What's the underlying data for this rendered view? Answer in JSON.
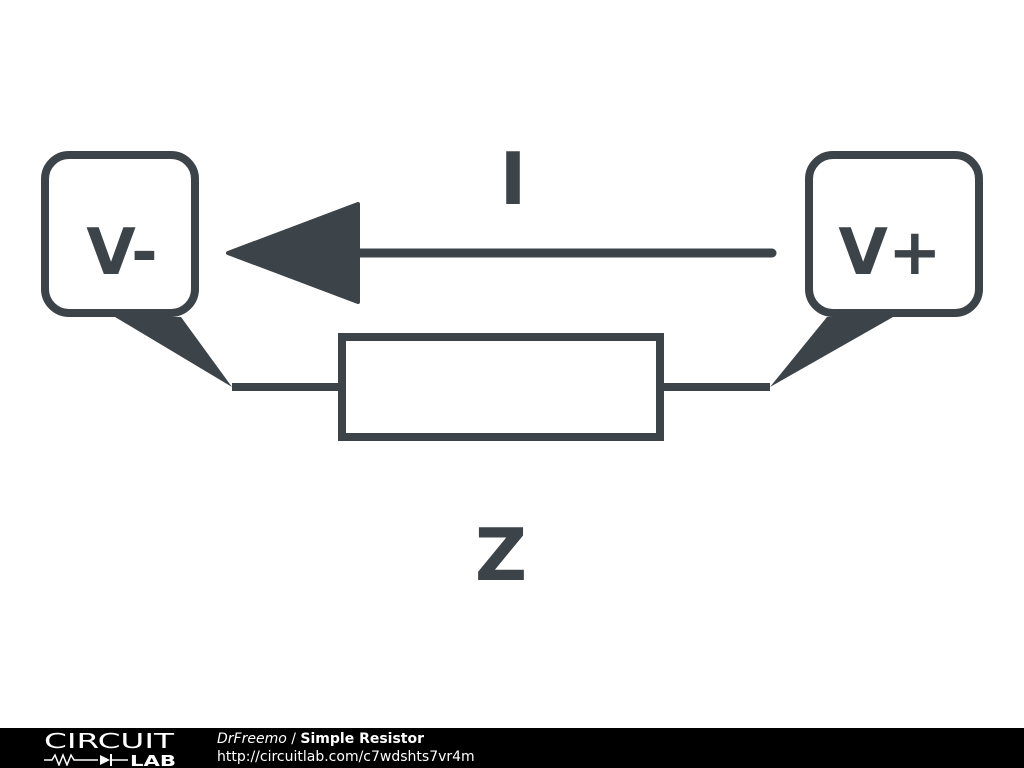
{
  "diagram": {
    "left_node_label": "V-",
    "right_node_label": "V+",
    "current_label": "I",
    "impedance_label": "Z",
    "stroke_color": "#3d4449",
    "background_color": "#ffffff"
  },
  "footer": {
    "logo_top": "CIRCUIT",
    "logo_bottom": "LAB",
    "author": "DrFreemo",
    "separator": " / ",
    "title": "Simple Resistor",
    "url": "http://circuitlab.com/c7wdshts7vr4m",
    "background_color": "#000000",
    "text_color": "#ffffff"
  }
}
